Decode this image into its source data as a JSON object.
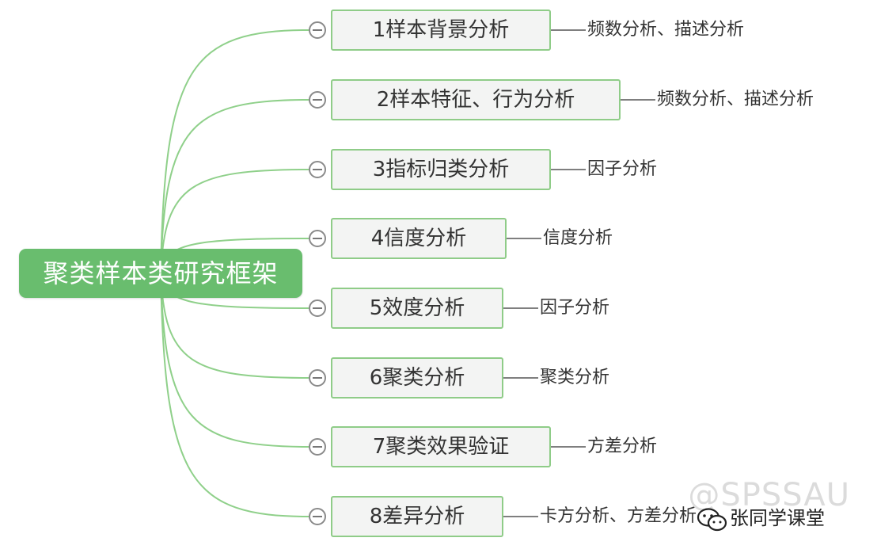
{
  "colors": {
    "root_fill": "#69bd6e",
    "branch_border": "#8fcc88",
    "link": "#8fd08a",
    "leaf_link": "#555555"
  },
  "root": {
    "label": "聚类样本类研究框架"
  },
  "branches": [
    {
      "label": "1样本背景分析",
      "leaf": "频数分析、描述分析"
    },
    {
      "label": "2样本特征、行为分析",
      "leaf": "频数分析、描述分析"
    },
    {
      "label": "3指标归类分析",
      "leaf": "因子分析"
    },
    {
      "label": "4信度分析",
      "leaf": "信度分析"
    },
    {
      "label": "5效度分析",
      "leaf": "因子分析"
    },
    {
      "label": "6聚类分析",
      "leaf": "聚类分析"
    },
    {
      "label": "7聚类效果验证",
      "leaf": "方差分析"
    },
    {
      "label": "8差异分析",
      "leaf": "卡方分析、方差分析"
    }
  ],
  "watermark": {
    "text": "@SPSSAU"
  },
  "signature": {
    "icon": "wechat-icon",
    "text": "张同学课堂"
  }
}
